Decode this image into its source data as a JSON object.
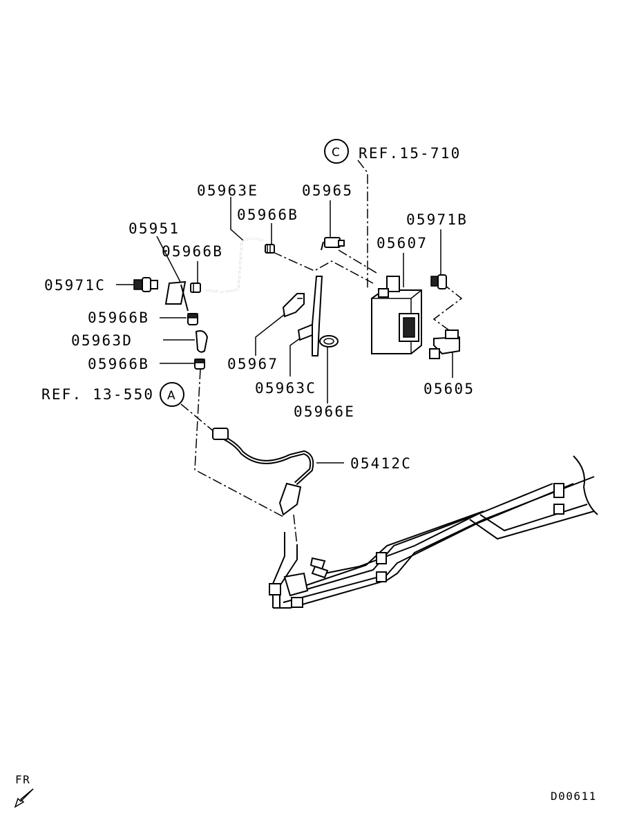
{
  "labels": {
    "ref_15_710": "REF.15-710",
    "ref_13_550": "REF. 13-550",
    "p05963E": "05963E",
    "p05965": "05965",
    "p05966B_top": "05966B",
    "p05951": "05951",
    "p05966B_mid": "05966B",
    "p05971C": "05971C",
    "p05966B_a": "05966B",
    "p05963D": "05963D",
    "p05966B_b": "05966B",
    "p05971B": "05971B",
    "p05607": "05607",
    "p05967": "05967",
    "p05963C": "05963C",
    "p05966E": "05966E",
    "p05605": "05605",
    "p05412C": "05412C"
  },
  "circle_markers": {
    "c": "C",
    "a": "A"
  },
  "footer": {
    "fr": "FR",
    "code": "D00611"
  }
}
